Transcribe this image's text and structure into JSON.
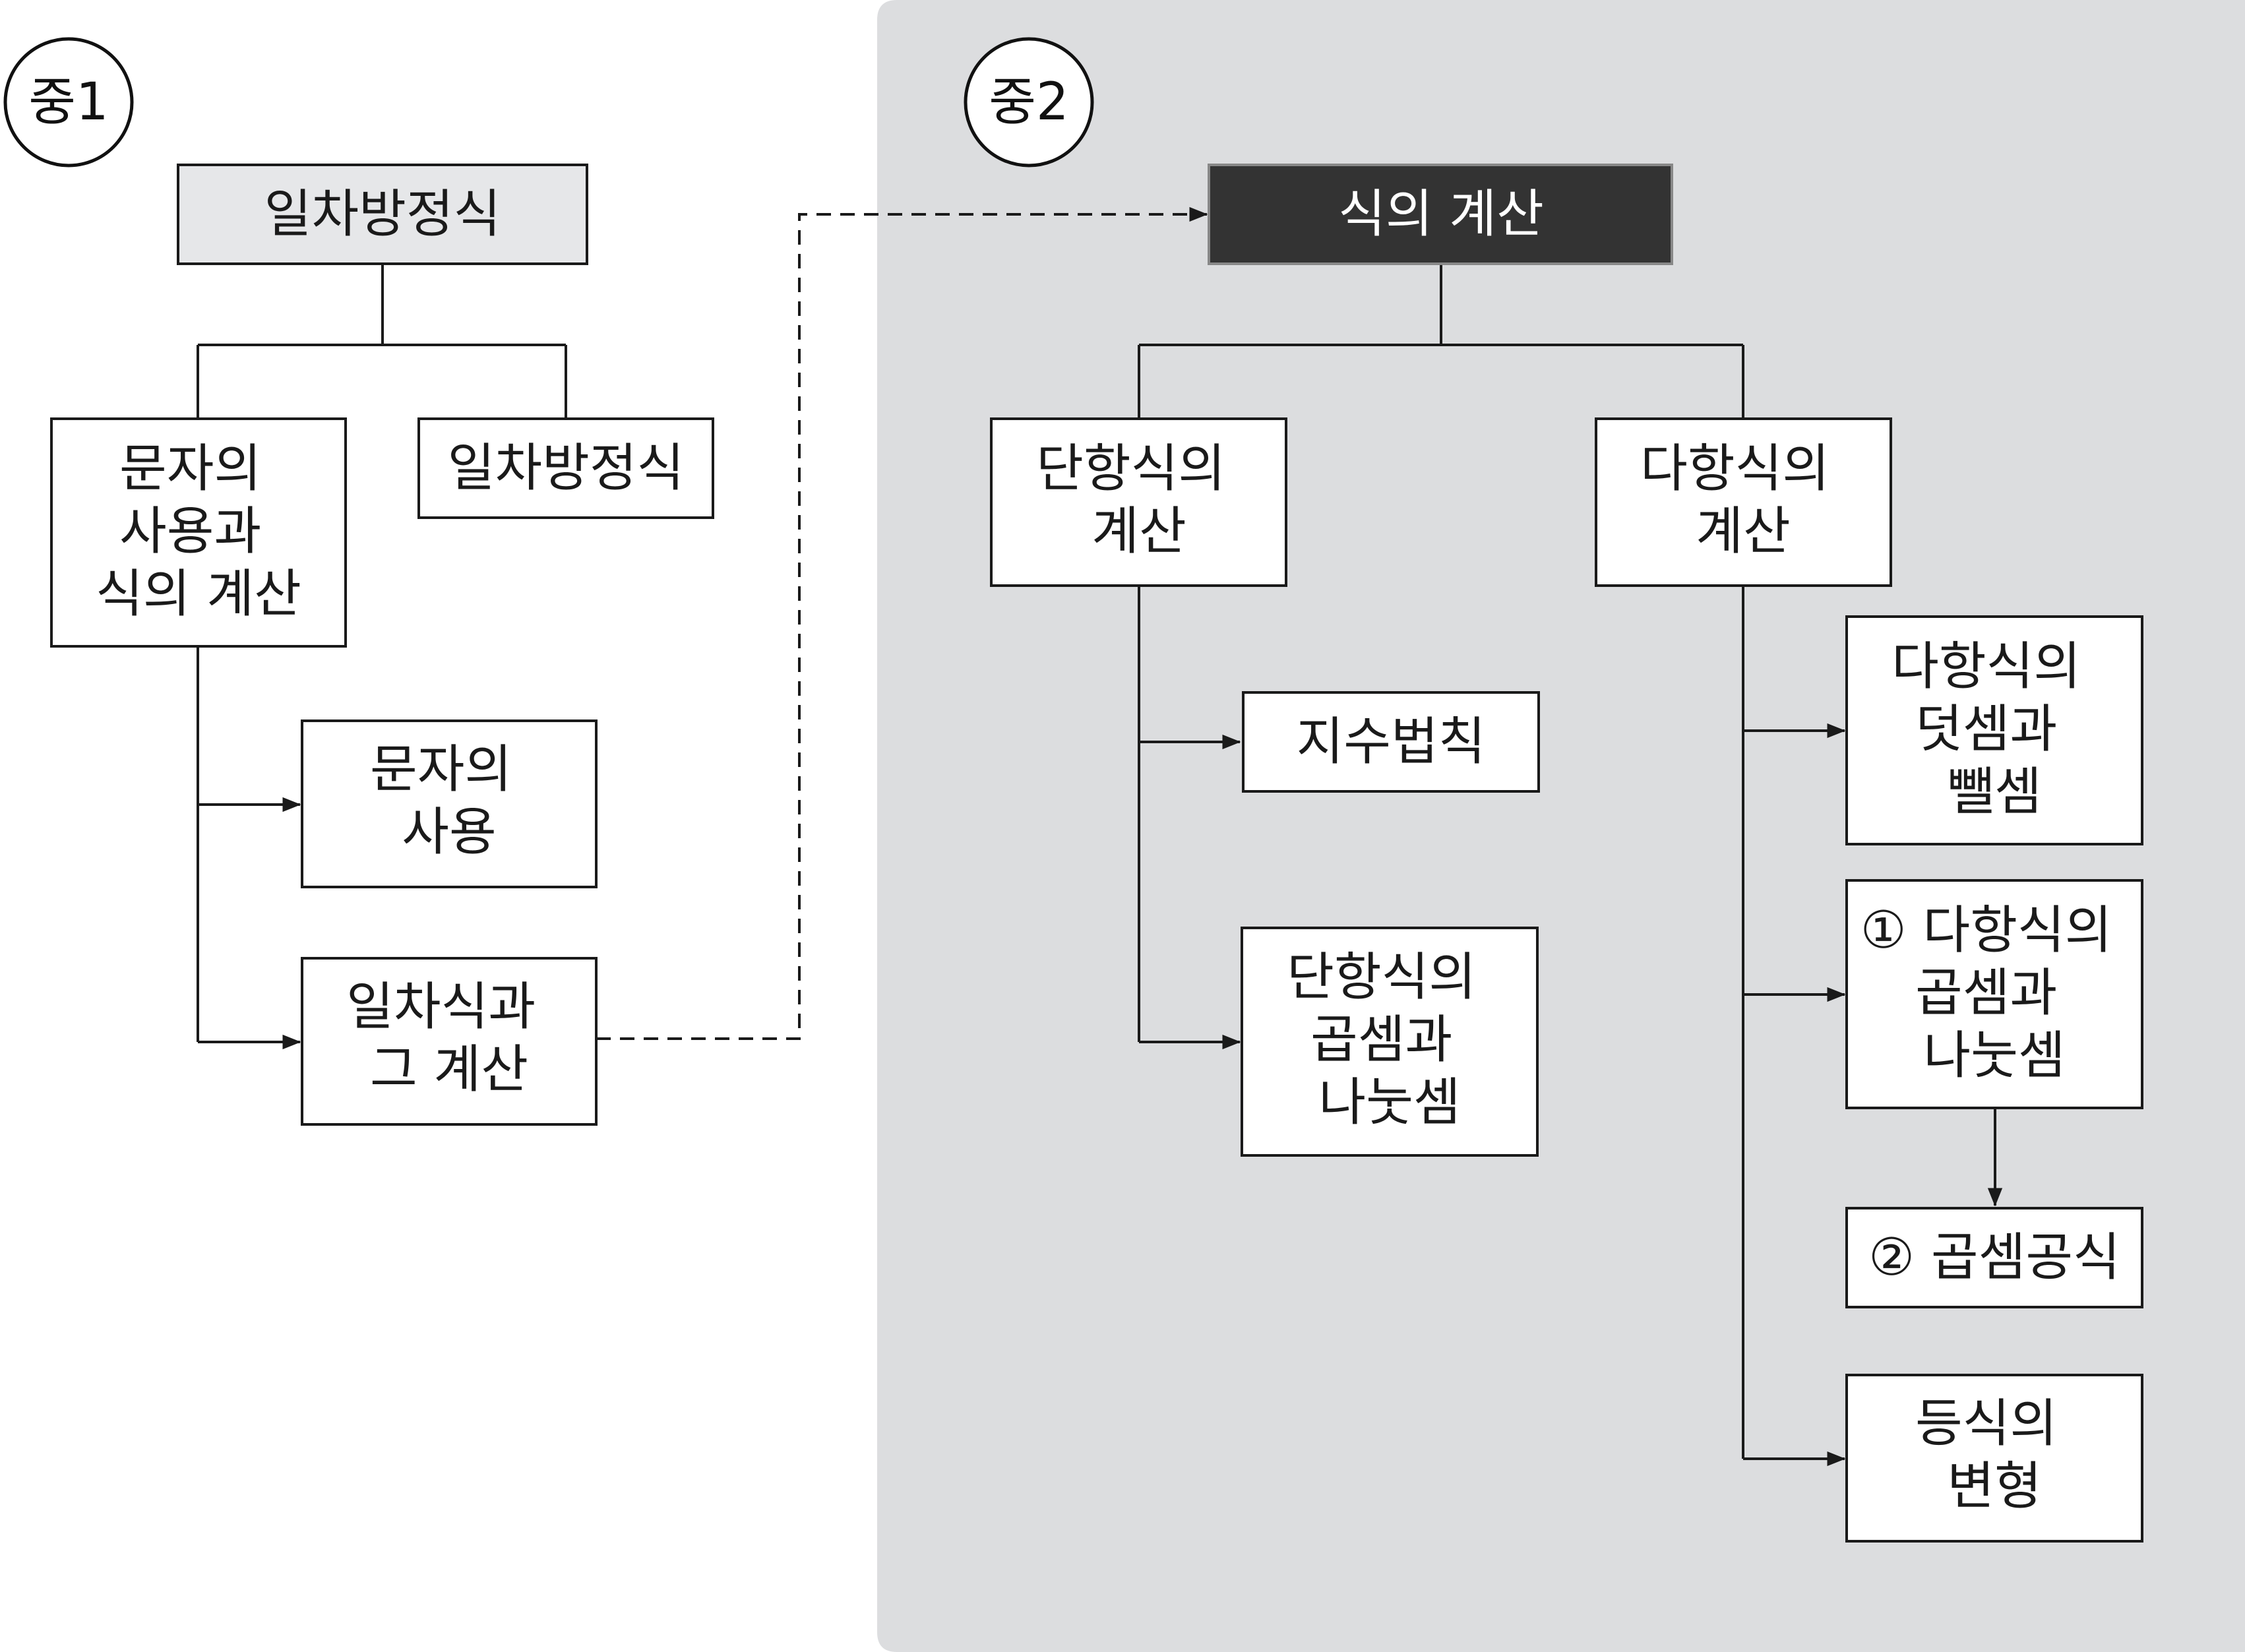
{
  "badges": {
    "grade1": "중1",
    "grade2": "중2"
  },
  "grade1": {
    "root": "일차방정식",
    "child_a": [
      "문자의",
      "사용과",
      "식의 계산"
    ],
    "child_b": "일차방정식",
    "leaf_a": [
      "문자의",
      "사용"
    ],
    "leaf_b": [
      "일차식과",
      "그 계산"
    ]
  },
  "grade2": {
    "root": "식의 계산",
    "mono": [
      "단항식의",
      "계산"
    ],
    "poly": [
      "다항식의",
      "계산"
    ],
    "mono_children": {
      "exponent": "지수법칙",
      "muldiv": [
        "단항식의",
        "곱셈과",
        "나눗셈"
      ]
    },
    "poly_children": {
      "addsub": [
        "다항식의",
        "덧셈과",
        "뺄셈"
      ],
      "muldiv": [
        "① 다항식의",
        "곱셈과",
        "나눗셈"
      ],
      "formula": "② 곱셈공식",
      "transform": [
        "등식의",
        "변형"
      ]
    }
  }
}
